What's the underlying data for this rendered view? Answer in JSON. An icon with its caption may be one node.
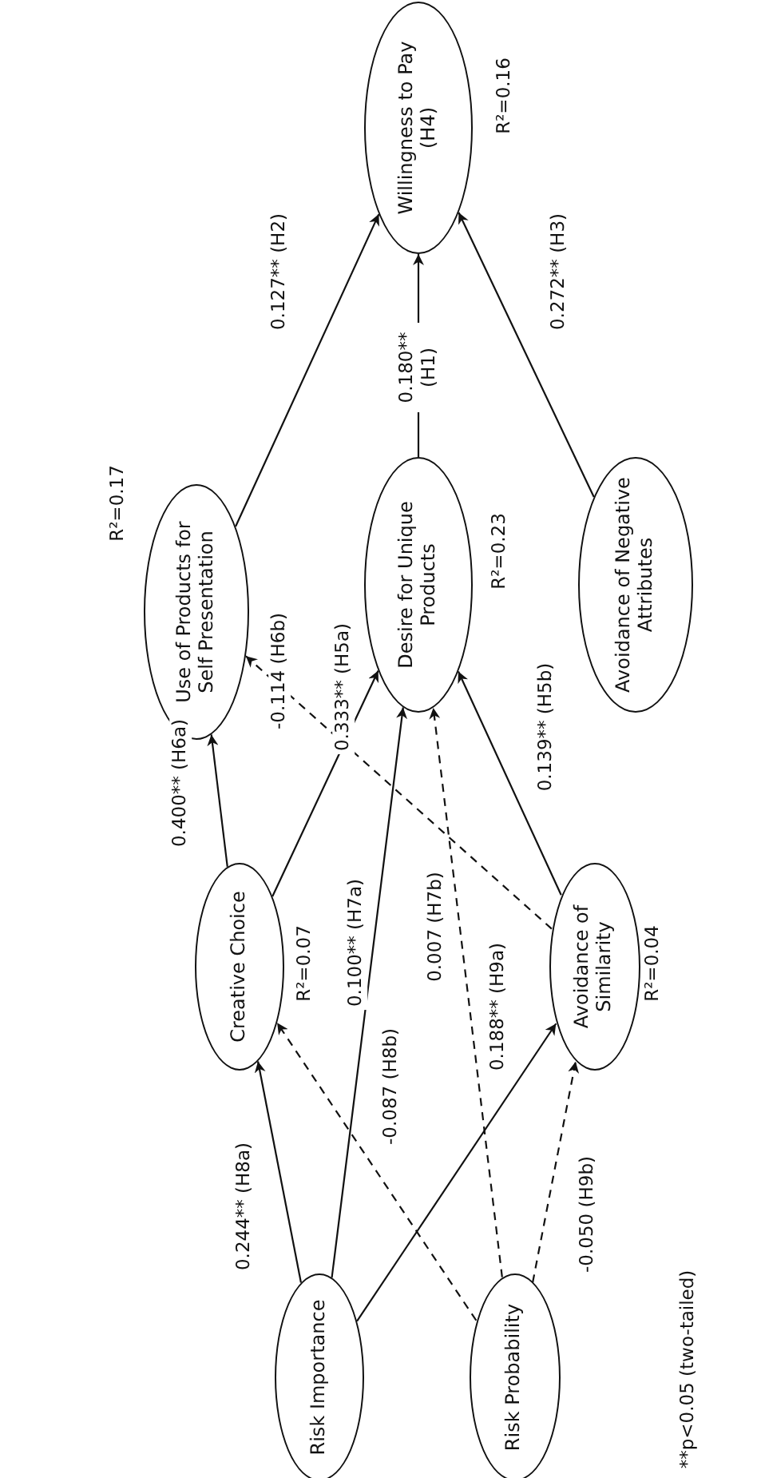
{
  "diagram": {
    "nodes": [
      {
        "text": [
          "Willingness to Pay (H4)"
        ],
        "beside": [
          "R²=0.16"
        ]
      },
      {
        "text": [
          "Use of Products for Self Presentation"
        ],
        "beside": [
          "R²=0.17"
        ]
      },
      {
        "text": [
          "Desire for Unique Products"
        ],
        "beside": [
          "R²=0.23"
        ]
      },
      {
        "text": [
          "Avoidance of Negative Attributes"
        ]
      },
      {
        "text": [
          "Creative Choice"
        ],
        "beside": [
          "R²=0.07"
        ]
      },
      {
        "text": [
          "Avoidance of Similarity"
        ],
        "beside": [
          "R²=0.04"
        ]
      },
      {
        "text": [
          "Risk Importance"
        ]
      },
      {
        "text": [
          "Risk Probability"
        ]
      }
    ],
    "edges": [
      {
        "from": 1,
        "to": 0,
        "arrow": "to",
        "label": "0.127** (H2)"
      },
      {
        "from": 2,
        "to": 0,
        "arrow": "to",
        "label": "0.180** (H1)"
      },
      {
        "from": 3,
        "to": 0,
        "arrow": "to",
        "label": "0.272** (H3)"
      },
      {
        "from": 4,
        "to": 1,
        "arrow": "to",
        "label": "0.400** (H6a)"
      },
      {
        "from": 4,
        "to": 2,
        "arrow": "to",
        "label": "0.333** (H5a)"
      },
      {
        "from": 5,
        "to": 1,
        "arrow": "to",
        "label": "-0.114 (H6b)",
        "style": "dashed"
      },
      {
        "from": 5,
        "to": 2,
        "arrow": "to",
        "label": "0.139** (H5b)"
      },
      {
        "from": 6,
        "to": 4,
        "arrow": "to",
        "label": "0.244** (H8a)"
      },
      {
        "from": 6,
        "to": 2,
        "arrow": "to",
        "label": "0.100** (H7a)"
      },
      {
        "from": 6,
        "to": 5,
        "arrow": "to",
        "label": "0.188** (H9a)"
      },
      {
        "from": 7,
        "to": 4,
        "arrow": "to",
        "label": "-0.087 (H8b)",
        "style": "dashed"
      },
      {
        "from": 7,
        "to": 2,
        "arrow": "to",
        "label": "0.007 (H7b)",
        "style": "dashed"
      },
      {
        "from": 7,
        "to": 5,
        "arrow": "to",
        "label": "-0.050 (H9b)",
        "style": "dashed"
      }
    ],
    "labels": [
      "**p<0.05 (two-tailed)"
    ]
  }
}
